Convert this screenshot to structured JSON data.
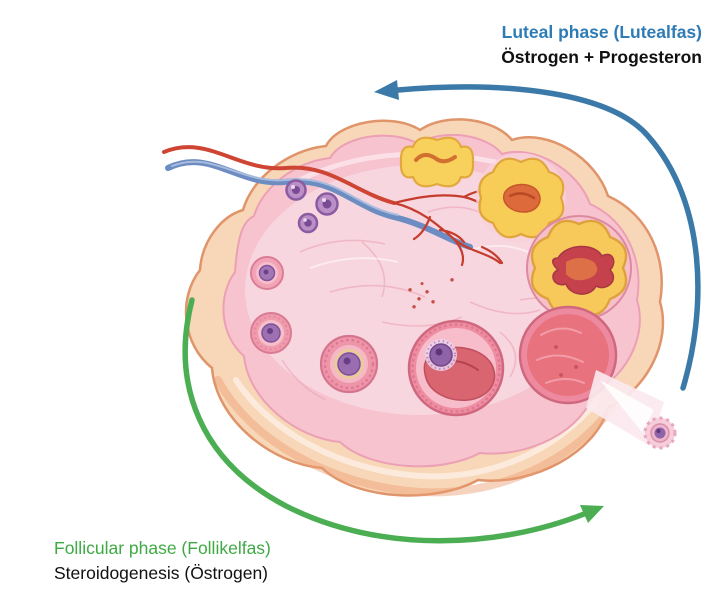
{
  "diagram": {
    "luteal": {
      "phase_label": "Luteal phase (Lutealfas)",
      "hormones_label": "Östrogen + Progesteron",
      "text_color": "#2e7cb5",
      "arrow_color": "#3b7aa8"
    },
    "follicular": {
      "phase_label": "Follicular phase (Follikelfas)",
      "hormones_label": "Steroidogenesis (Östrogen)",
      "text_color": "#3faa44",
      "arrow_color": "#4cae52"
    },
    "illustration": {
      "structures": [
        "ovary",
        "primordial follicles",
        "primary follicles",
        "secondary follicle",
        "graafian follicle",
        "ovulation",
        "released oocyte",
        "corpus luteum (early)",
        "corpus luteum",
        "corpus luteum (mature)",
        "blood vessels"
      ],
      "colors": {
        "ovary_shell": "#f8d7b8",
        "ovary_cortex": "#f6c3cf",
        "follicle_pink": "#ef8da2",
        "oocyte_purple": "#8f63a8",
        "corpus_luteum_yellow": "#f7cd57",
        "artery_red": "#cf4534",
        "vein_blue": "#6d8dc2"
      }
    }
  }
}
